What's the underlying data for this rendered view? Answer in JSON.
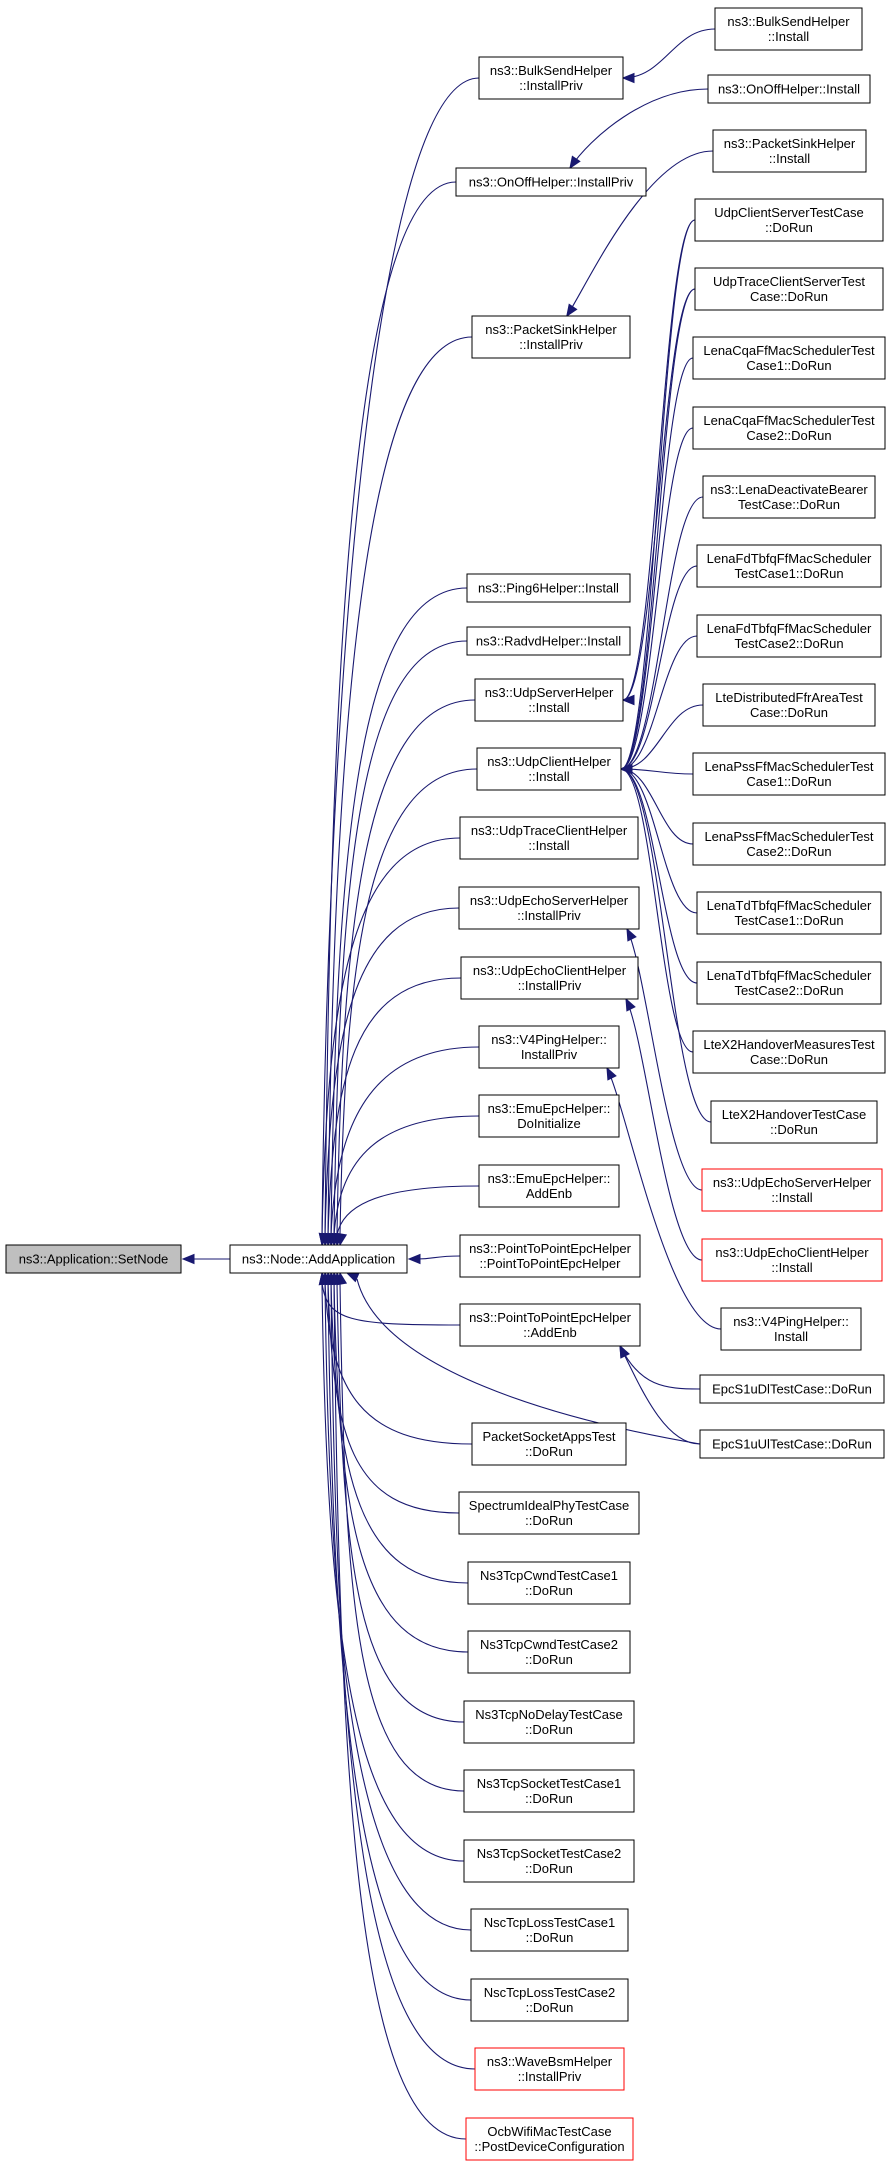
{
  "nodes": {
    "root": [
      "ns3::Application::SetNode"
    ],
    "hub": [
      "ns3::Node::AddApplication"
    ],
    "bsip": [
      "ns3::BulkSendHelper",
      "::InstallPriv"
    ],
    "ooip": [
      "ns3::OnOffHelper::InstallPriv"
    ],
    "psip": [
      "ns3::PacketSinkHelper",
      "::InstallPriv"
    ],
    "p6": [
      "ns3::Ping6Helper::Install"
    ],
    "rad": [
      "ns3::RadvdHelper::Install"
    ],
    "usi": [
      "ns3::UdpServerHelper",
      "::Install"
    ],
    "uci": [
      "ns3::UdpClientHelper",
      "::Install"
    ],
    "utci": [
      "ns3::UdpTraceClientHelper",
      "::Install"
    ],
    "uesp": [
      "ns3::UdpEchoServerHelper",
      "::InstallPriv"
    ],
    "uecp": [
      "ns3::UdpEchoClientHelper",
      "::InstallPriv"
    ],
    "v4p": [
      "ns3::V4PingHelper::",
      "InstallPriv"
    ],
    "emui": [
      "ns3::EmuEpcHelper::",
      "DoInitialize"
    ],
    "emua": [
      "ns3::EmuEpcHelper::",
      "AddEnb"
    ],
    "ptp": [
      "ns3::PointToPointEpcHelper",
      "::PointToPointEpcHelper"
    ],
    "ptpa": [
      "ns3::PointToPointEpcHelper",
      "::AddEnb"
    ],
    "psa": [
      "PacketSocketAppsTest",
      "::DoRun"
    ],
    "sip": [
      "SpectrumIdealPhyTestCase",
      "::DoRun"
    ],
    "ncw1": [
      "Ns3TcpCwndTestCase1",
      "::DoRun"
    ],
    "ncw2": [
      "Ns3TcpCwndTestCase2",
      "::DoRun"
    ],
    "nnd": [
      "Ns3TcpNoDelayTestCase",
      "::DoRun"
    ],
    "nst1": [
      "Ns3TcpSocketTestCase1",
      "::DoRun"
    ],
    "nst2": [
      "Ns3TcpSocketTestCase2",
      "::DoRun"
    ],
    "nsc1": [
      "NscTcpLossTestCase1",
      "::DoRun"
    ],
    "nsc2": [
      "NscTcpLossTestCase2",
      "::DoRun"
    ],
    "wbsm": [
      "ns3::WaveBsmHelper",
      "::InstallPriv"
    ],
    "ocb": [
      "OcbWifiMacTestCase",
      "::PostDeviceConfiguration"
    ],
    "bsi": [
      "ns3::BulkSendHelper",
      "::Install"
    ],
    "ooi": [
      "ns3::OnOffHelper::Install"
    ],
    "psi": [
      "ns3::PacketSinkHelper",
      "::Install"
    ],
    "ucst": [
      "UdpClientServerTestCase",
      "::DoRun"
    ],
    "utcst": [
      "UdpTraceClientServerTest",
      "Case::DoRun"
    ],
    "lcq1": [
      "LenaCqaFfMacSchedulerTest",
      "Case1::DoRun"
    ],
    "lcq2": [
      "LenaCqaFfMacSchedulerTest",
      "Case2::DoRun"
    ],
    "lda": [
      "ns3::LenaDeactivateBearer",
      "TestCase::DoRun"
    ],
    "lfd1": [
      "LenaFdTbfqFfMacScheduler",
      "TestCase1::DoRun"
    ],
    "lfd2": [
      "LenaFdTbfqFfMacScheduler",
      "TestCase2::DoRun"
    ],
    "ldf": [
      "LteDistributedFfrAreaTest",
      "Case::DoRun"
    ],
    "lps1": [
      "LenaPssFfMacSchedulerTest",
      "Case1::DoRun"
    ],
    "lps2": [
      "LenaPssFfMacSchedulerTest",
      "Case2::DoRun"
    ],
    "ltd1": [
      "LenaTdTbfqFfMacScheduler",
      "TestCase1::DoRun"
    ],
    "ltd2": [
      "LenaTdTbfqFfMacScheduler",
      "TestCase2::DoRun"
    ],
    "lx2m": [
      "LteX2HandoverMeasuresTest",
      "Case::DoRun"
    ],
    "lx2": [
      "LteX2HandoverTestCase",
      "::DoRun"
    ],
    "uesi": [
      "ns3::UdpEchoServerHelper",
      "::Install"
    ],
    "ueci": [
      "ns3::UdpEchoClientHelper",
      "::Install"
    ],
    "v4i": [
      "ns3::V4PingHelper::",
      "Install"
    ],
    "esd": [
      "EpcS1uDlTestCase::DoRun"
    ],
    "esu": [
      "EpcS1uUlTestCase::DoRun"
    ]
  },
  "colors": {
    "edge": "#191970",
    "border": "#000000",
    "border_highlight": "#ff0000",
    "root_fill": "#bfbfbf"
  }
}
